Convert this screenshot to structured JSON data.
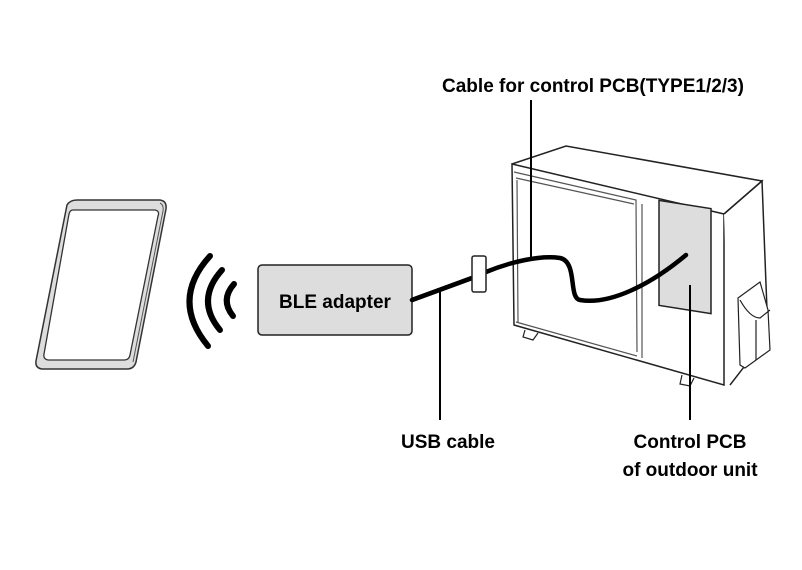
{
  "labels": {
    "cable_control_pcb": "Cable for control PCB(TYPE1/2/3)",
    "ble_adapter": "BLE adapter",
    "usb_cable": "USB cable",
    "control_pcb_line1": "Control PCB",
    "control_pcb_line2": "of outdoor unit"
  },
  "components": {
    "smartphone": "smartphone-icon",
    "wireless": "wireless-signal-icon",
    "adapter": "ble-adapter-box",
    "connector": "cable-connector",
    "outdoor_unit": "outdoor-unit-icon",
    "pcb": "control-pcb-panel"
  },
  "colors": {
    "stroke": "#000000",
    "fill_gray": "#dcdddc",
    "background": "#ffffff"
  }
}
